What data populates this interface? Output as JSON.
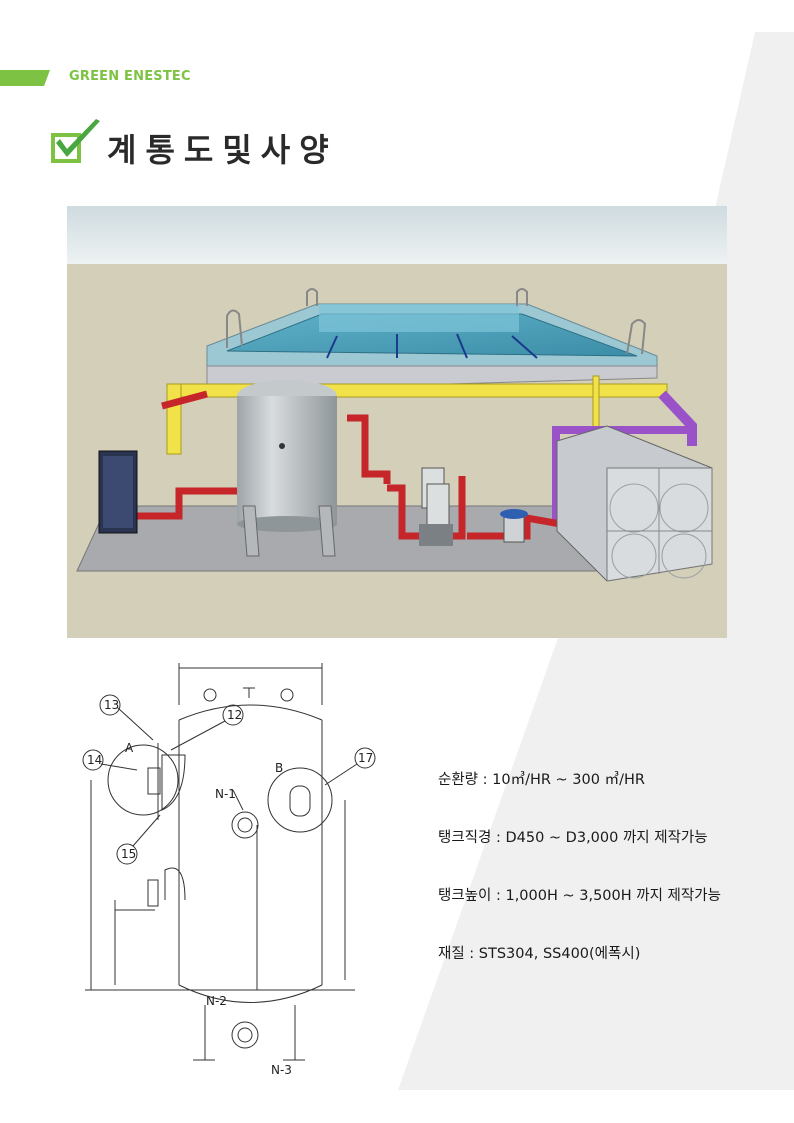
{
  "header": {
    "brand": "GREEN ENESTEC",
    "title": "계통도및사양",
    "brand_color": "#7dc242"
  },
  "drawing": {
    "labels": {
      "n13": "13",
      "n12": "12",
      "a": "A",
      "n14": "14",
      "n15": "15",
      "n1": "N-1",
      "b": "B",
      "n17": "17",
      "n2": "N-2",
      "n3": "N-3"
    }
  },
  "specs": {
    "flow": "순환량 : 10㎥/HR ~ 300 ㎥/HR",
    "diameter": "탱크직경 : D450 ~ D3,000 까지 제작가능",
    "height": "탱크높이 : 1,000H ~ 3,500H 까지 제작가능",
    "material": "재질 : STS304, SS400(에폭시)"
  },
  "icons": {
    "title": "check-icon",
    "scene": "system-diagram-illustration"
  }
}
